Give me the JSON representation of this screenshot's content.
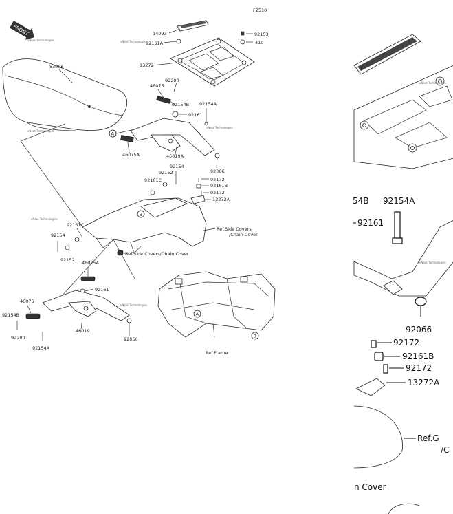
{
  "figure_code": "F2510",
  "front_label": "FRONT",
  "watermark": "vNext Technologies",
  "parts_left": {
    "p14093": "14093",
    "p92161A": "92161A",
    "p92153": "92153",
    "p410": "410",
    "p13272": "13272",
    "p53066": "53066",
    "p92200_top": "92200",
    "p46075_top": "46075",
    "p92154B_top": "92154B",
    "p92154A_top": "92154A",
    "p92161_top": "92161",
    "p46075A_top": "46075A",
    "p46019A": "46019A",
    "p92066_top": "92066",
    "p92154_mid": "92154",
    "p92152_mid": "92152",
    "p92161C_mid": "92161C",
    "p92172_a": "92172",
    "p92161B": "92161B",
    "p92172_b": "92172",
    "p13272A": "13272A",
    "p92161C_left": "92161C",
    "p92154_left": "92154",
    "p92152_left": "92152",
    "circle_B": "B",
    "circle_A": "A",
    "ref_side_covers_1": "Ref.Side Covers",
    "ref_side_covers_2": "/Chain Cover",
    "ref_side_covers_3": "Ref.Side Covers/Chain Cover",
    "p46075A_bot": "46075A",
    "p92161_bot": "92161",
    "p46075_bot": "46075",
    "p92154B_bot": "92154B",
    "p92200_bot": "92200",
    "p46019": "46019",
    "p92066_bot": "92066",
    "p92154A_bot": "92154A",
    "ref_frame": "Ref.Frame"
  },
  "zoom_panel": {
    "p54B": "54B",
    "p92154A": "92154A",
    "p92161": "92161",
    "p92066": "92066",
    "p92172_a": "92172",
    "p92161B": "92161B",
    "p92172_b": "92172",
    "p13272A": "13272A",
    "ref_g": "Ref.G",
    "ref_c": "/C",
    "chain_cover": "n Cover"
  }
}
